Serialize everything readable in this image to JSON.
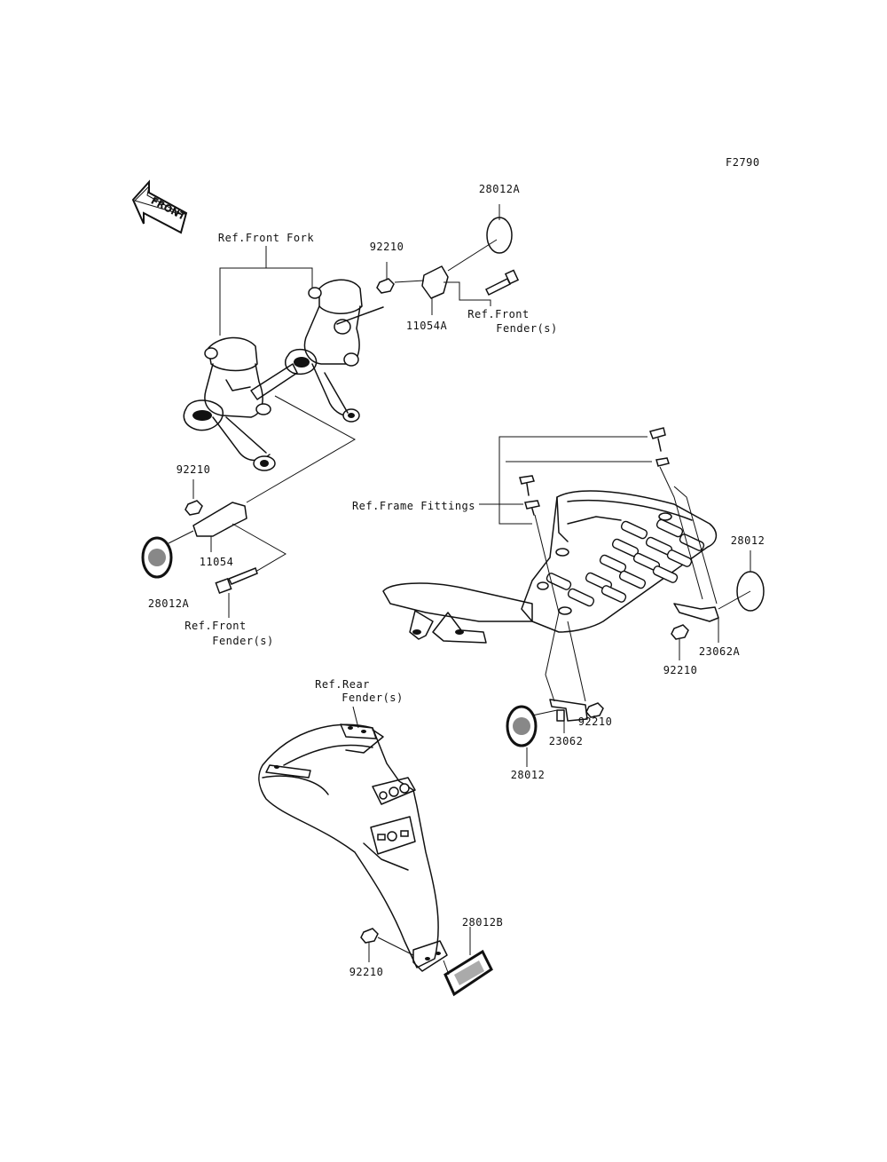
{
  "diagram_id": "F2790",
  "front_arrow_text": "FRONT",
  "labels": {
    "ref_front_fork": "Ref.Front Fork",
    "p92210_top": "92210",
    "p28012A_top": "28012A",
    "p11054A": "11054A",
    "ref_front_fender_top_1": "Ref.Front",
    "ref_front_fender_top_2": "Fender(s)",
    "p92210_left": "92210",
    "p11054": "11054",
    "p28012A_left": "28012A",
    "ref_front_fender_left_1": "Ref.Front",
    "ref_front_fender_left_2": "Fender(s)",
    "ref_frame_fittings": "Ref.Frame Fittings",
    "p28012_right": "28012",
    "p23062A": "23062A",
    "p92210_right": "92210",
    "p92210_mid": "92210",
    "p23062": "23062",
    "p28012_mid": "28012",
    "ref_rear_fender_1": "Ref.Rear",
    "ref_rear_fender_2": "Fender(s)",
    "p28012B": "28012B",
    "p92210_bottom": "92210"
  }
}
